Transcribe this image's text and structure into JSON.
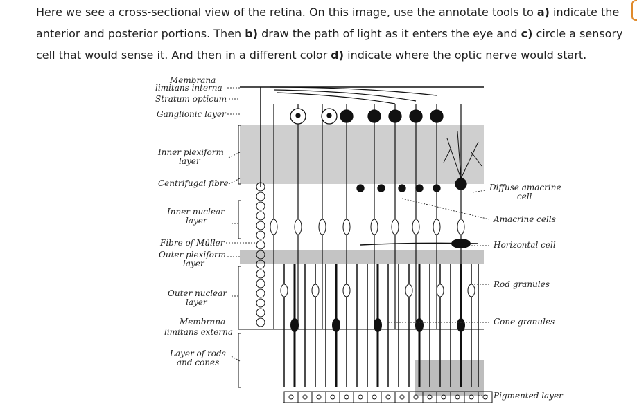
{
  "instructions": {
    "p1": "Here we see a cross-sectional view of the retina. On this image, use the annotate tools to ",
    "a_letter": "a)",
    "p2": " indicate the anterior and posterior portions. Then ",
    "b_letter": "b)",
    "p3": " draw the path of light as it enters the eye and ",
    "c_letter": "c)",
    "p4": " circle a sensory cell that would sense it.  And then in a different color ",
    "d_letter": "d)",
    "p5": " indicate where the optic nerve would start."
  },
  "figure": {
    "left_labels": {
      "membrana1": "Membrana",
      "limitans_interna": "limitans interna",
      "stratum_opticum": "Stratum opticum",
      "ganglionic_layer": "Ganglionic layer",
      "inner_plexiform1": "Inner plexiform",
      "inner_plexiform2": "layer",
      "centrifugal_fibre": "Centrifugal fibre",
      "inner_nuclear1": "Inner nuclear",
      "inner_nuclear2": "layer",
      "fibre_muller": "Fibre of Müller",
      "outer_plexiform1": "Outer plexiform",
      "outer_plexiform2": "layer",
      "outer_nuclear1": "Outer nuclear",
      "outer_nuclear2": "layer",
      "membrana2": "Membrana",
      "limitans_externa": "limitans externa",
      "rods_cones1": "Layer of rods",
      "rods_cones2": "and cones"
    },
    "right_labels": {
      "diffuse_amacrine1": "Diffuse amacrine",
      "diffuse_amacrine2": "cell",
      "amacrine_cells": "Amacrine cells",
      "horizontal_cell": "Horizontal cell",
      "rod_granules": "Rod granules",
      "cone_granules": "Cone granules",
      "pigmented_layer": "Pigmented layer"
    }
  },
  "colors": {
    "ink": "#111111",
    "band": "#c9c9c9",
    "text": "#1f1f1f"
  }
}
